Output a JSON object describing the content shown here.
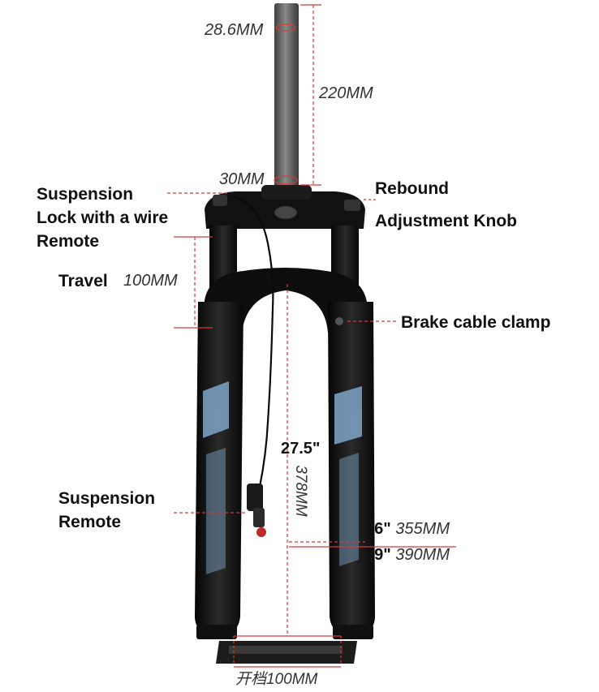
{
  "labels": {
    "suspension_lock": [
      "Suspension",
      "Lock with a wire",
      "Remote"
    ],
    "rebound": [
      "Rebound",
      "Adjustment Knob"
    ],
    "travel": "Travel",
    "brake_clamp": "Brake cable clamp",
    "suspension_remote": [
      "Suspension",
      "Remote"
    ]
  },
  "dimensions": {
    "steerer_diameter": "28.6MM",
    "steerer_length": "220MM",
    "crown_diameter": "30MM",
    "travel": "100MM",
    "wheel_size_main": "27.5\"",
    "axle_to_crown": "378MM",
    "wheel_26_size": "26\"",
    "wheel_26_length": "355MM",
    "wheel_29_size": "29\"",
    "wheel_29_length": "390MM",
    "axle_spacing": "开档100MM"
  },
  "colors": {
    "dimension_line": "#d63a3a",
    "fork_body": "#141414",
    "steerer": "#6a6a6a",
    "graphic_blue": "#7fa6c8"
  }
}
